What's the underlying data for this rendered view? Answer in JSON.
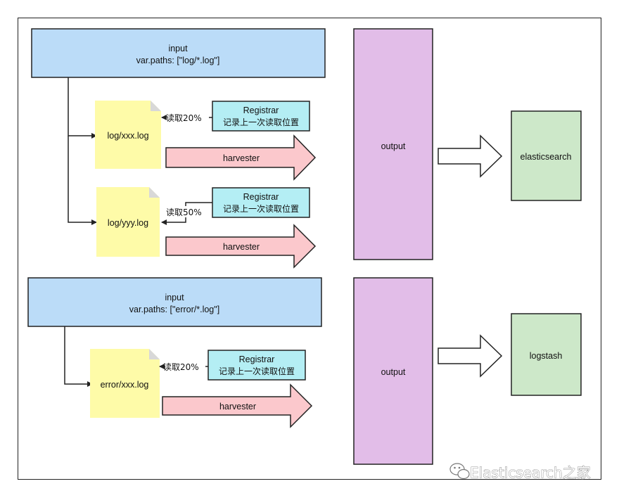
{
  "colors": {
    "input_fill": "#bbdcf8",
    "file_fill": "#fefba8",
    "registrar_fill": "#b4eef4",
    "harvester_fill": "#fbc8cc",
    "output_fill": "#e2bde8",
    "es_fill": "#cde8c9",
    "stroke": "#222222"
  },
  "inputs": [
    {
      "title": "input",
      "paths": "var.paths: [\"log/*.log\"]"
    },
    {
      "title": "input",
      "paths": "var.paths: [\"error/*.log\"]"
    }
  ],
  "files": [
    {
      "name": "log/xxx.log"
    },
    {
      "name": "log/yyy.log"
    },
    {
      "name": "error/xxx.log"
    }
  ],
  "registrars": [
    {
      "title": "Registrar",
      "subtitle": "记录上一次读取位置",
      "read_label": "读取20%"
    },
    {
      "title": "Registrar",
      "subtitle": "记录上一次读取位置",
      "read_label": "读取50%"
    },
    {
      "title": "Registrar",
      "subtitle": "记录上一次读取位置",
      "read_label": "读取20%"
    }
  ],
  "harvesters": [
    {
      "label": "harvester"
    },
    {
      "label": "harvester"
    },
    {
      "label": "harvester"
    }
  ],
  "outputs": [
    {
      "label": "output"
    },
    {
      "label": "output"
    }
  ],
  "destinations": [
    {
      "label": "elasticsearch"
    },
    {
      "label": "logstash"
    }
  ],
  "watermark": {
    "text": "Elasticsearch之家"
  }
}
